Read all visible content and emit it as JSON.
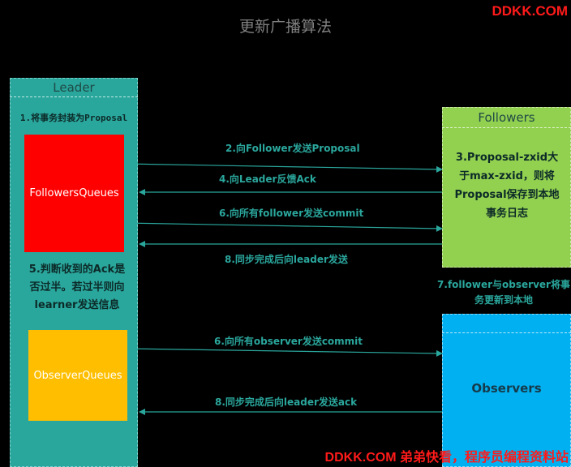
{
  "title": "更新广播算法",
  "brand": {
    "top": "DDKK.COM",
    "bottom": "DDKK.COM 弟弟快看，程序员编程资料站"
  },
  "leader": {
    "header": "Leader",
    "note": "1.将事务封装为Proposal",
    "followers_queues": "FollowersQueues",
    "judge_note": "5.判断收到的Ack是否过半。若过半则向learner发送信息",
    "observer_queues": "ObserverQueues"
  },
  "followers": {
    "header": "Followers",
    "note": "3.Proposal-zxid大于max-zxid，则将Proposal保存到本地事务日志"
  },
  "observers": {
    "label": "Observers"
  },
  "follower_observer_note": "7.follower与observer将事务更新到本地",
  "messages": {
    "m2": "2.向Follower发送Proposal",
    "m4": "4.向Leader反馈Ack",
    "m6a": "6.向所有follower发送commit",
    "m8a": "8.同步完成后向leader发送",
    "m6b": "6.向所有observer发送commit",
    "m8b": "8.同步完成后向leader发送ack"
  },
  "colors": {
    "background": "#000000",
    "leader": "#2aa79d",
    "followers": "#92d050",
    "observers": "#00b0f0",
    "followers_queue": "#ff0000",
    "observer_queue": "#ffbf00",
    "brand": "#ff1a1a"
  }
}
